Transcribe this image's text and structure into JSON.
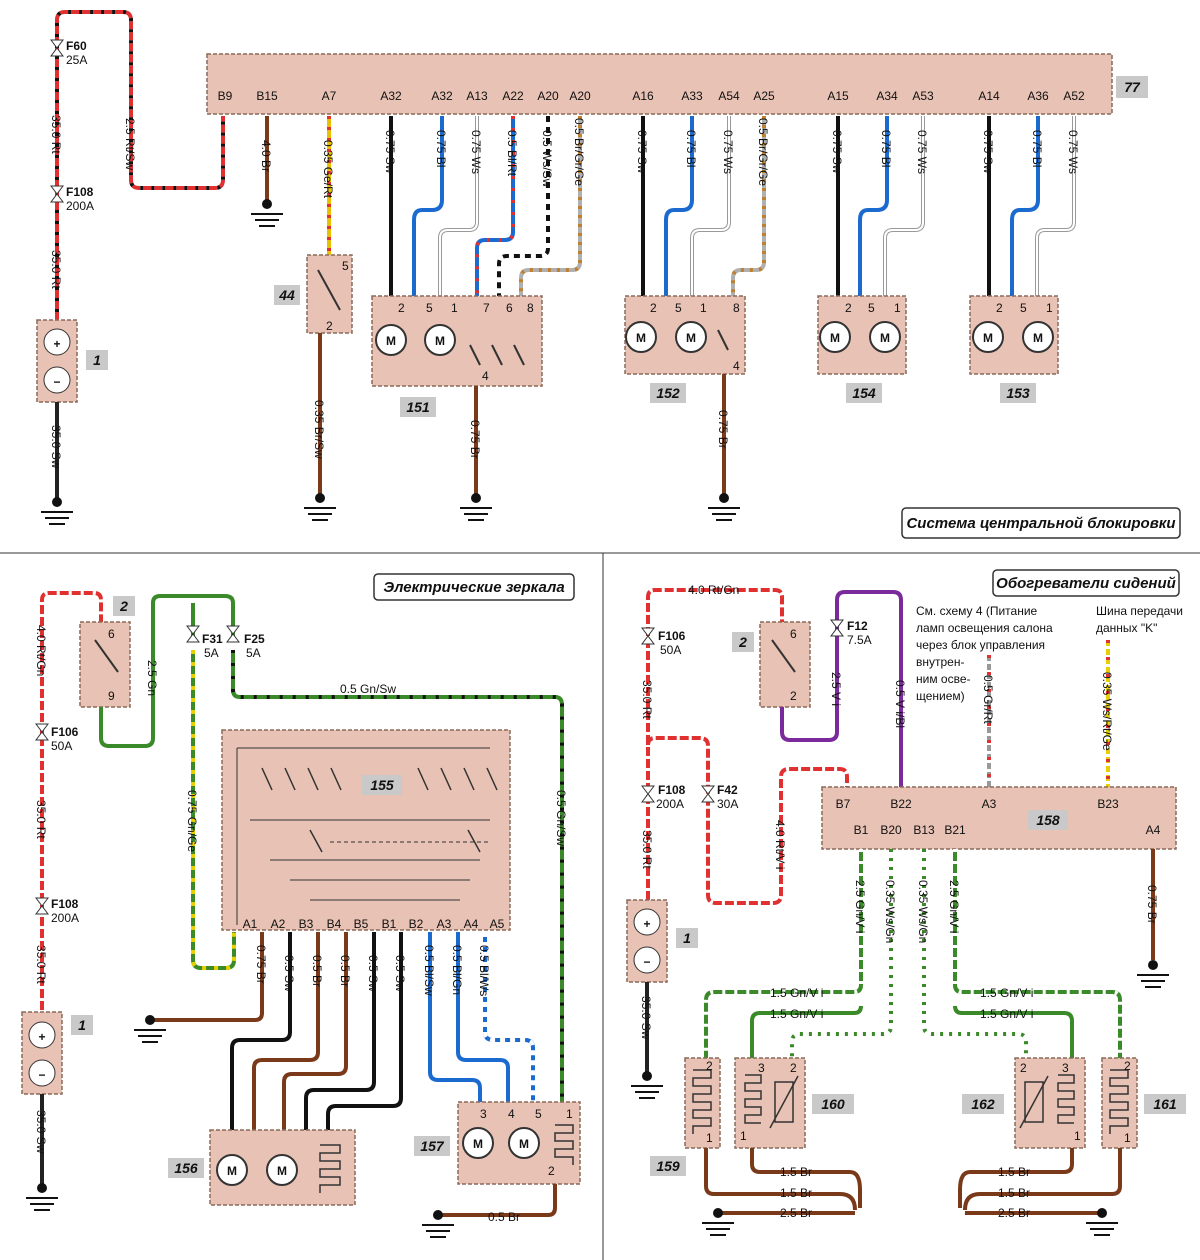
{
  "titles": {
    "central_locking": "Система центральной блокировки",
    "mirrors": "Электрические зеркала",
    "seat_heaters": "Обогреватели сидений"
  },
  "components": {
    "c77": "77",
    "c1a": "1",
    "c44": "44",
    "c151": "151",
    "c152": "152",
    "c154": "154",
    "c153": "153",
    "c2a": "2",
    "c155": "155",
    "c1b": "1",
    "c156": "156",
    "c157": "157",
    "c2b": "2",
    "c158": "158",
    "c1c": "1",
    "c159": "159",
    "c160": "160",
    "c161": "161",
    "c162": "162"
  },
  "fuses": {
    "f60": "F60",
    "f60_val": "25A",
    "f108a": "F108",
    "f108a_val": "200A",
    "f106b": "F106",
    "f106b_val": "50A",
    "f108b": "F108",
    "f108b_val": "200A",
    "f31": "F31",
    "f31_val": "5A",
    "f25": "F25",
    "f25_val": "5A",
    "f106c": "F106",
    "f106c_val": "50A",
    "f12": "F12",
    "f12_val": "7.5A",
    "f108c": "F108",
    "f108c_val": "200A",
    "f42": "F42",
    "f42_val": "30A"
  },
  "pins_77": [
    "B9",
    "B15",
    "A7",
    "A32",
    "A32",
    "A13",
    "A22",
    "A20",
    "A20",
    "A16",
    "A33",
    "A54",
    "A25",
    "A15",
    "A34",
    "A53",
    "A14",
    "A36",
    "A52"
  ],
  "wires_top": {
    "w_b9": "2.5 Rt/Sw",
    "w_b15": "4.0 Br",
    "w_a7": "0.35 Ge/Rt",
    "w_a32a": "0.75 Sw",
    "w_a32b": "0.75 Bl",
    "w_a13": "0.75 Ws",
    "w_a22": "0.5 Bl/Rt",
    "w_a20a": "0.5 Ws/Sw",
    "w_a20b": "0.5 Br/Gr/Ge",
    "w_a16": "0.75 Sw",
    "w_a33": "0.75 Bl",
    "w_a54": "0.75 Ws",
    "w_a25": "0.5 Br/Gr/Ge",
    "w_a15": "0.75 Sw",
    "w_a34": "0.75 Bl",
    "w_a53": "0.75 Ws",
    "w_a14": "0.75 Sw",
    "w_a36": "0.75 Bl",
    "w_a52": "0.75 Ws",
    "w_bat1": "35.0 Rt",
    "w_bat2": "35.0 Rt",
    "w_batg": "35.0 Sw",
    "w_44g": "0.35 Br/Sw",
    "w_151g": "0.75 Br",
    "w_152g": "0.75 Br"
  },
  "mirrors": {
    "pins_155": [
      "A1",
      "A2",
      "B3",
      "B4",
      "B5",
      "B1",
      "B2",
      "A3",
      "A4",
      "A5"
    ],
    "w_a1": "0.75 Br",
    "w_a2": "0.5 Sw",
    "w_b3": "0.5 Br",
    "w_b4": "0.5 Br",
    "w_b5": "0.5 Sw",
    "w_b1": "0.5 Sw",
    "w_a3": "0.5 Bl/Sw",
    "w_a4": "0.5 Bl/Gn",
    "w_a5": "0.5 Bl/Ws",
    "w_gn": "2.5 Gn",
    "w_gnge": "0.75 Gn/Ge",
    "w_gnsw": "0.5 Gn/Sw",
    "w_gnsw2": "0.5 Gn/Sw",
    "w_rtgn": "4.0 Rt/Gn",
    "w_rt1": "35.0 Rt",
    "w_rt2": "35.0 Rt",
    "w_sw": "35.0 Sw",
    "w_157g": "0.5 Br"
  },
  "heaters": {
    "pins_158_top": [
      "B7",
      "B22",
      "A3",
      "B23"
    ],
    "pins_158_bot": [
      "B1",
      "B20",
      "B13",
      "B21",
      "A4"
    ],
    "w_rtgn": "4.0 Rt/Gn",
    "w_rt": "35.0 Rt",
    "w_rt2": "35.0 Rt",
    "w_sw": "35.0 Sw",
    "w_vi": "2.5 V i",
    "w_vibl": "0.5 V i/Bl",
    "w_grrt": "0.5 Gr/Rt",
    "w_wsrtge": "0.35 Ws/Rt/Ge",
    "w_rtvi": "4.0 Rt/V i",
    "w_gnvi1": "2.5 Gn/V i",
    "w_wsgn1": "0.35 Ws/Gn",
    "w_wsgn2": "0.35 Ws/Gn",
    "w_gnvi2": "2.5 Gn/V i",
    "w_a4": "0.75 Br",
    "w_g1": "1.5 Gn/V i",
    "w_g2": "1.5 Gn/V i",
    "w_g3": "1.5 Gn/V i",
    "w_g4": "1.5 Gn/V i",
    "w_br1": "1.5 Br",
    "w_br2": "1.5 Br",
    "w_br3": "2.5 Br",
    "w_br4": "1.5 Br",
    "w_br5": "1.5 Br",
    "w_br6": "2.5 Br",
    "note1": "См. схему 4 (Питание",
    "note2": "ламп освещения салона",
    "note3": "через блок управления",
    "note4": "внутрен-",
    "note5": "ним осве-",
    "note6": "щением)",
    "bus1": "Шина передачи",
    "bus2": "данных \"K\""
  }
}
